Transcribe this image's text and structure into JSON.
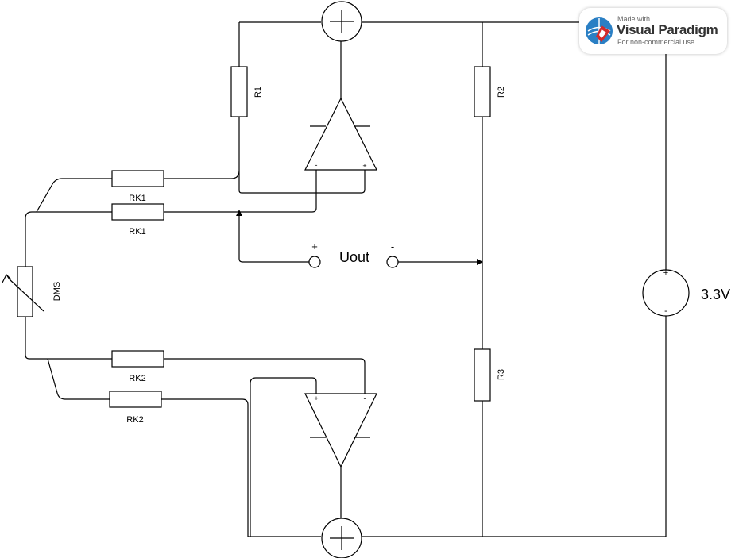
{
  "labels": {
    "r1": "R1",
    "r2": "R2",
    "r3": "R3",
    "rk1_top": "RK1",
    "rk1_bottom": "RK1",
    "rk2_top": "RK2",
    "rk2_bottom": "RK2",
    "dms": "DMS",
    "uout": "Uout",
    "uout_plus": "+",
    "uout_minus": "-",
    "opamp_top_minus": "-",
    "opamp_top_plus": "+",
    "opamp_bottom_plus": "+",
    "opamp_bottom_minus": "-",
    "source_value": "3.3V",
    "source_plus": "+",
    "source_minus": "-"
  },
  "watermark": {
    "made_with": "Made with",
    "brand": "Visual Paradigm",
    "note": "For non-commercial use",
    "logo_icon": "visual-paradigm-logo-icon"
  },
  "colors": {
    "line": "#000000",
    "background": "#ffffff",
    "logo_red": "#d42a2a",
    "logo_blue": "#2a7fc4"
  }
}
